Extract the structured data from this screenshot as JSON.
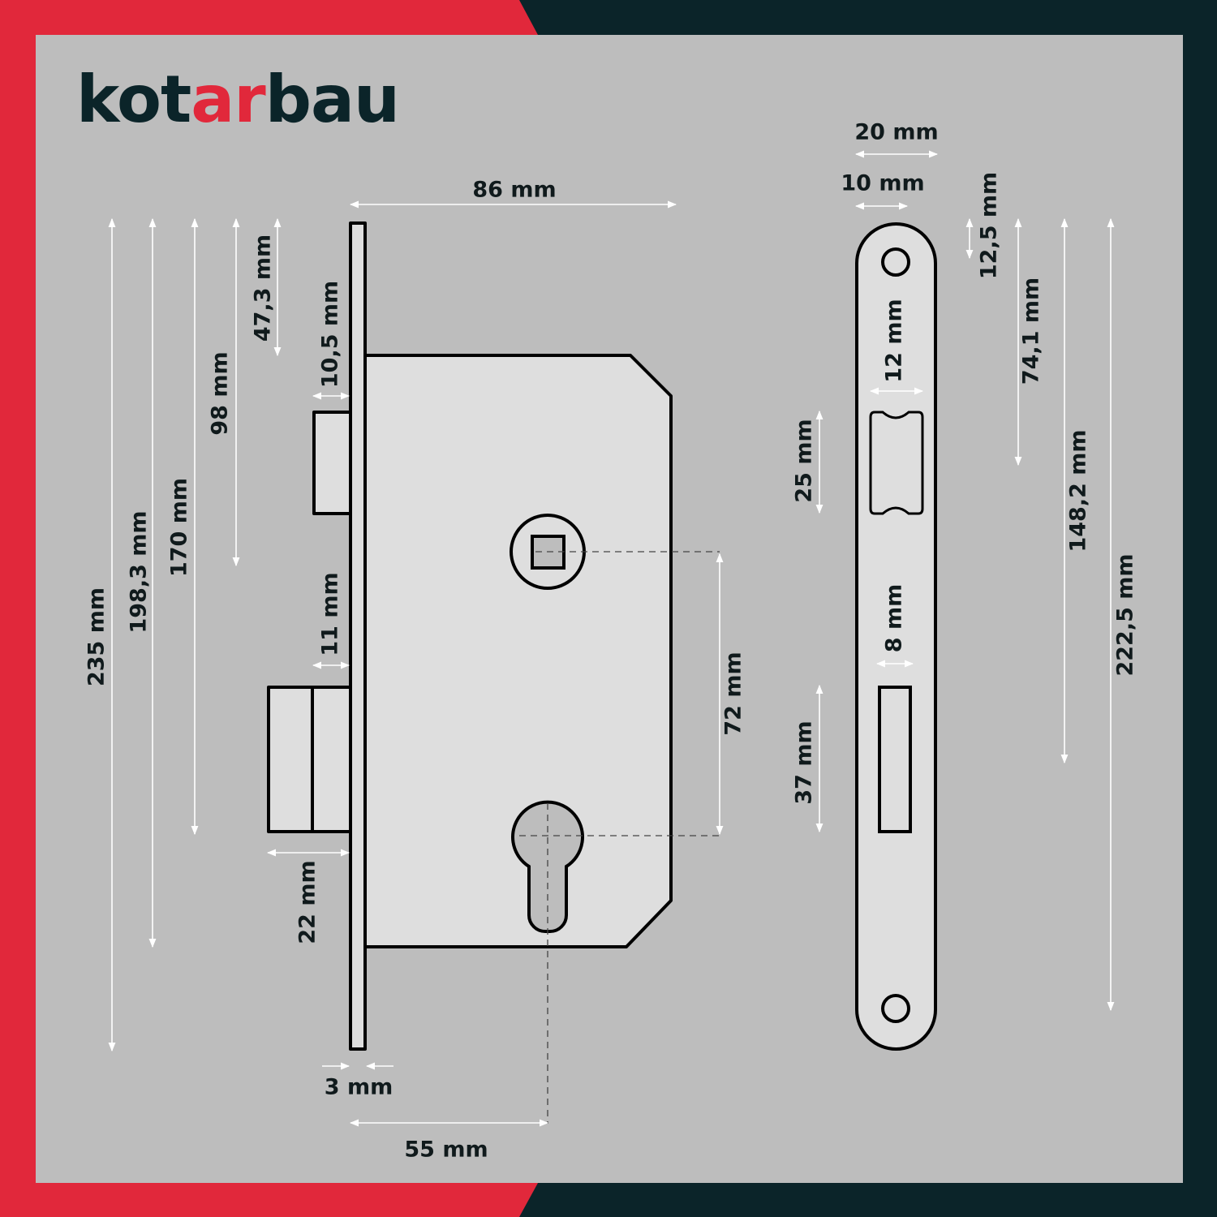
{
  "brand": {
    "logo_text_1": "kot",
    "logo_text_accent": "ar",
    "logo_text_2": "bau",
    "dark": "#0b2429",
    "red": "#e1283b"
  },
  "colors": {
    "background": "#bdbdbd",
    "part_fill": "#dedede",
    "dimension_line": "#ffffff"
  },
  "dimensions": {
    "overall_height": "235 mm",
    "h_198": "198,3 mm",
    "h_170": "170 mm",
    "h_98": "98 mm",
    "h_47": "47,3 mm",
    "latch_projection": "10,5 mm",
    "bolt_projection": "11 mm",
    "bolt_throw": "22 mm",
    "body_depth": "86 mm",
    "center_distance": "72 mm",
    "faceplate_thickness": "3 mm",
    "backset": "55 mm",
    "strike_width": "20 mm",
    "strike_half_width": "10 mm",
    "strike_latch_width": "12 mm",
    "strike_latch_height": "25 mm",
    "strike_bolt_width": "8 mm",
    "strike_bolt_height": "37 mm",
    "strike_h_12": "12,5 mm",
    "strike_h_74": "74,1 mm",
    "strike_h_148": "148,2 mm",
    "strike_h_222": "222,5 mm"
  }
}
